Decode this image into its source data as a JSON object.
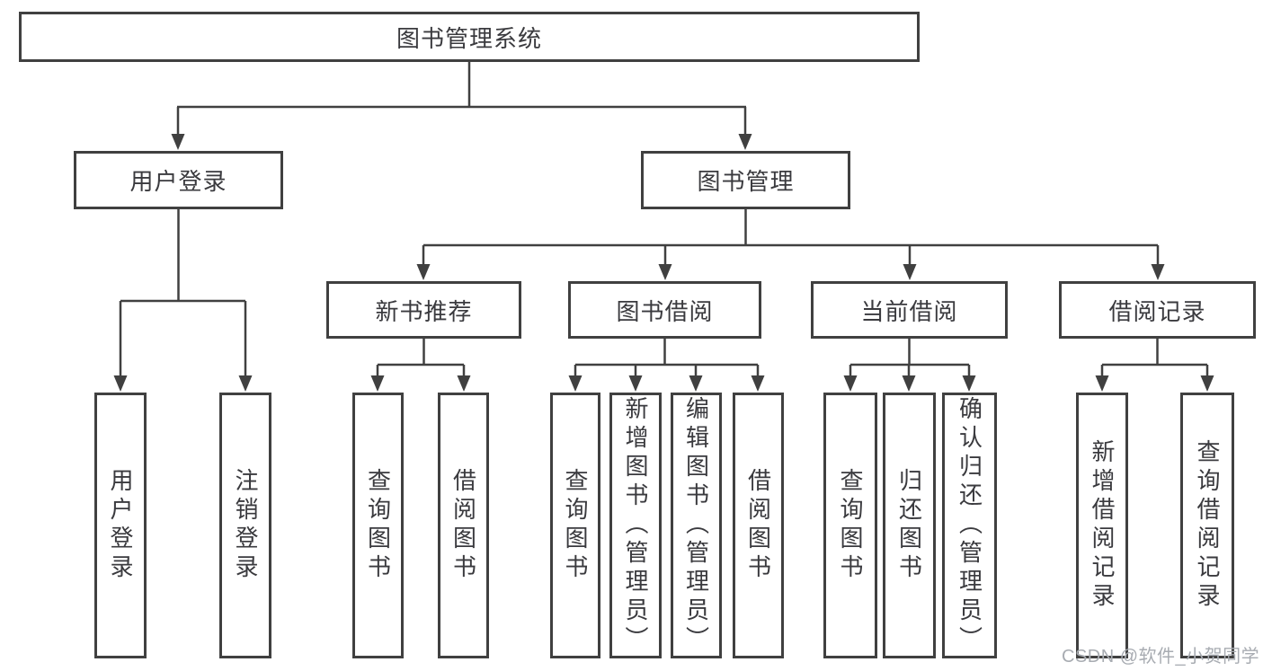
{
  "diagram": {
    "root": {
      "label": "图书管理系统"
    },
    "children": [
      {
        "label": "用户登录",
        "children": [
          {
            "label": "用户登录"
          },
          {
            "label": "注销登录"
          }
        ]
      },
      {
        "label": "图书管理",
        "children": [
          {
            "label": "新书推荐",
            "children": [
              {
                "label": "查询图书"
              },
              {
                "label": "借阅图书"
              }
            ]
          },
          {
            "label": "图书借阅",
            "children": [
              {
                "label": "查询图书"
              },
              {
                "label": "新增图书（管理员）"
              },
              {
                "label": "编辑图书（管理员）"
              },
              {
                "label": "借阅图书"
              }
            ]
          },
          {
            "label": "当前借阅",
            "children": [
              {
                "label": "查询图书"
              },
              {
                "label": "归还图书"
              },
              {
                "label": "确认归还（管理员）"
              }
            ]
          },
          {
            "label": "借阅记录",
            "children": [
              {
                "label": "新增借阅记录"
              },
              {
                "label": "查询借阅记录"
              }
            ]
          }
        ]
      }
    ]
  },
  "watermark": {
    "text": "CSDN @软件_小贺同学"
  },
  "colors": {
    "line": "#404040",
    "text": "#3a3a3e",
    "watermark": "#a8acb2",
    "background": "#ffffff"
  }
}
